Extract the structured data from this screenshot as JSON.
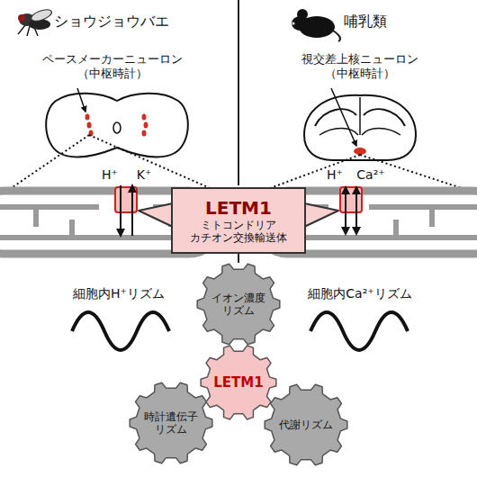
{
  "diagram": {
    "nodes": [
      {
        "text": [
          "LETM1",
          "ミトコンドリア カチオン交換輸送体"
        ]
      },
      {
        "text": [
          "イオン濃度 リズム"
        ]
      },
      {
        "text": [
          "LETM1"
        ]
      },
      {
        "text": [
          "時計遺伝子 リズム"
        ]
      },
      {
        "text": [
          "代謝リズム"
        ]
      }
    ],
    "labels": [
      "ショウジョウバエ",
      "ペースメーカーニューロン （中枢時計）",
      "哺乳類",
      "視交差上核ニューロン （中枢時計）",
      "H⁺",
      "K⁺",
      "H⁺",
      "Ca²⁺",
      "細胞内H⁺リズム",
      "細胞内Ca²⁺リズム"
    ]
  }
}
